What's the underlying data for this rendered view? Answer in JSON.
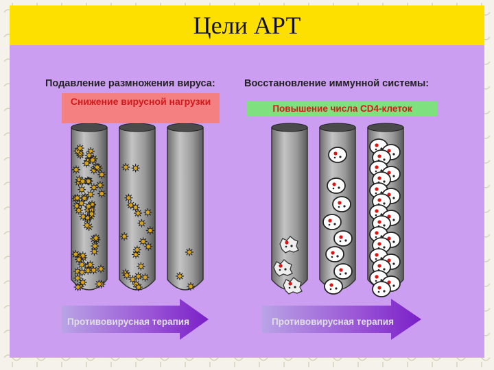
{
  "slide": {
    "title": "Цели АРТ"
  },
  "left_section": {
    "heading": "Подавление размножения вируса:",
    "badge": "Снижение вирусной нагрузки",
    "arrow_label": "Противовирусная терапия"
  },
  "right_section": {
    "heading": "Восстановление иммунной системы:",
    "badge": "Повышение числа CD4-клеток",
    "arrow_label": "Противовирусная терапия"
  },
  "colors": {
    "title_bar": "#fde000",
    "panel": "#cc9ef2",
    "badge_red": "#f48082",
    "badge_green": "#7ee07e",
    "arrow": "#8a2be2"
  }
}
